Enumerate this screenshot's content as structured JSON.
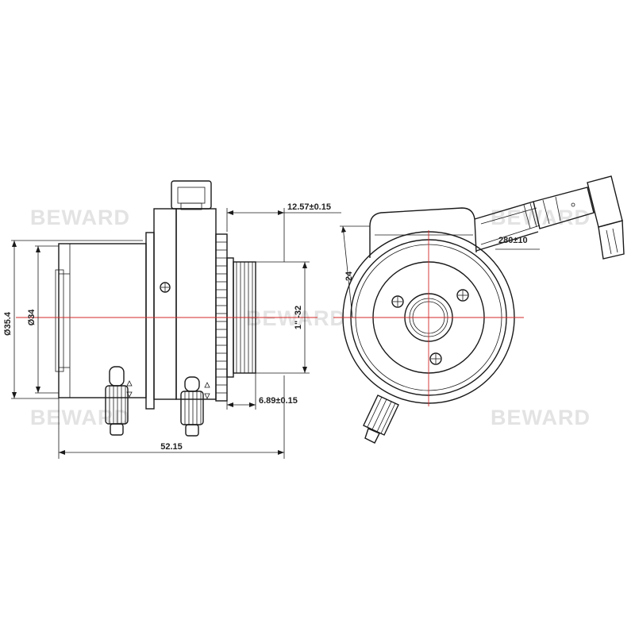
{
  "watermark": {
    "brand": "BEWARD"
  },
  "dimensions": {
    "outer_diameter": "Ø35.4",
    "inner_diameter": "Ø34",
    "total_length": "52.15",
    "flange_offset": "12.57±0.15",
    "mount_thread": "1\" -32",
    "back_focus": "6.89±0.15",
    "cable_length": "280±10",
    "side_height": "24"
  },
  "colors": {
    "line": "#1a1a1a",
    "centerline": "#d62828",
    "watermark": "#e3e3e3"
  }
}
